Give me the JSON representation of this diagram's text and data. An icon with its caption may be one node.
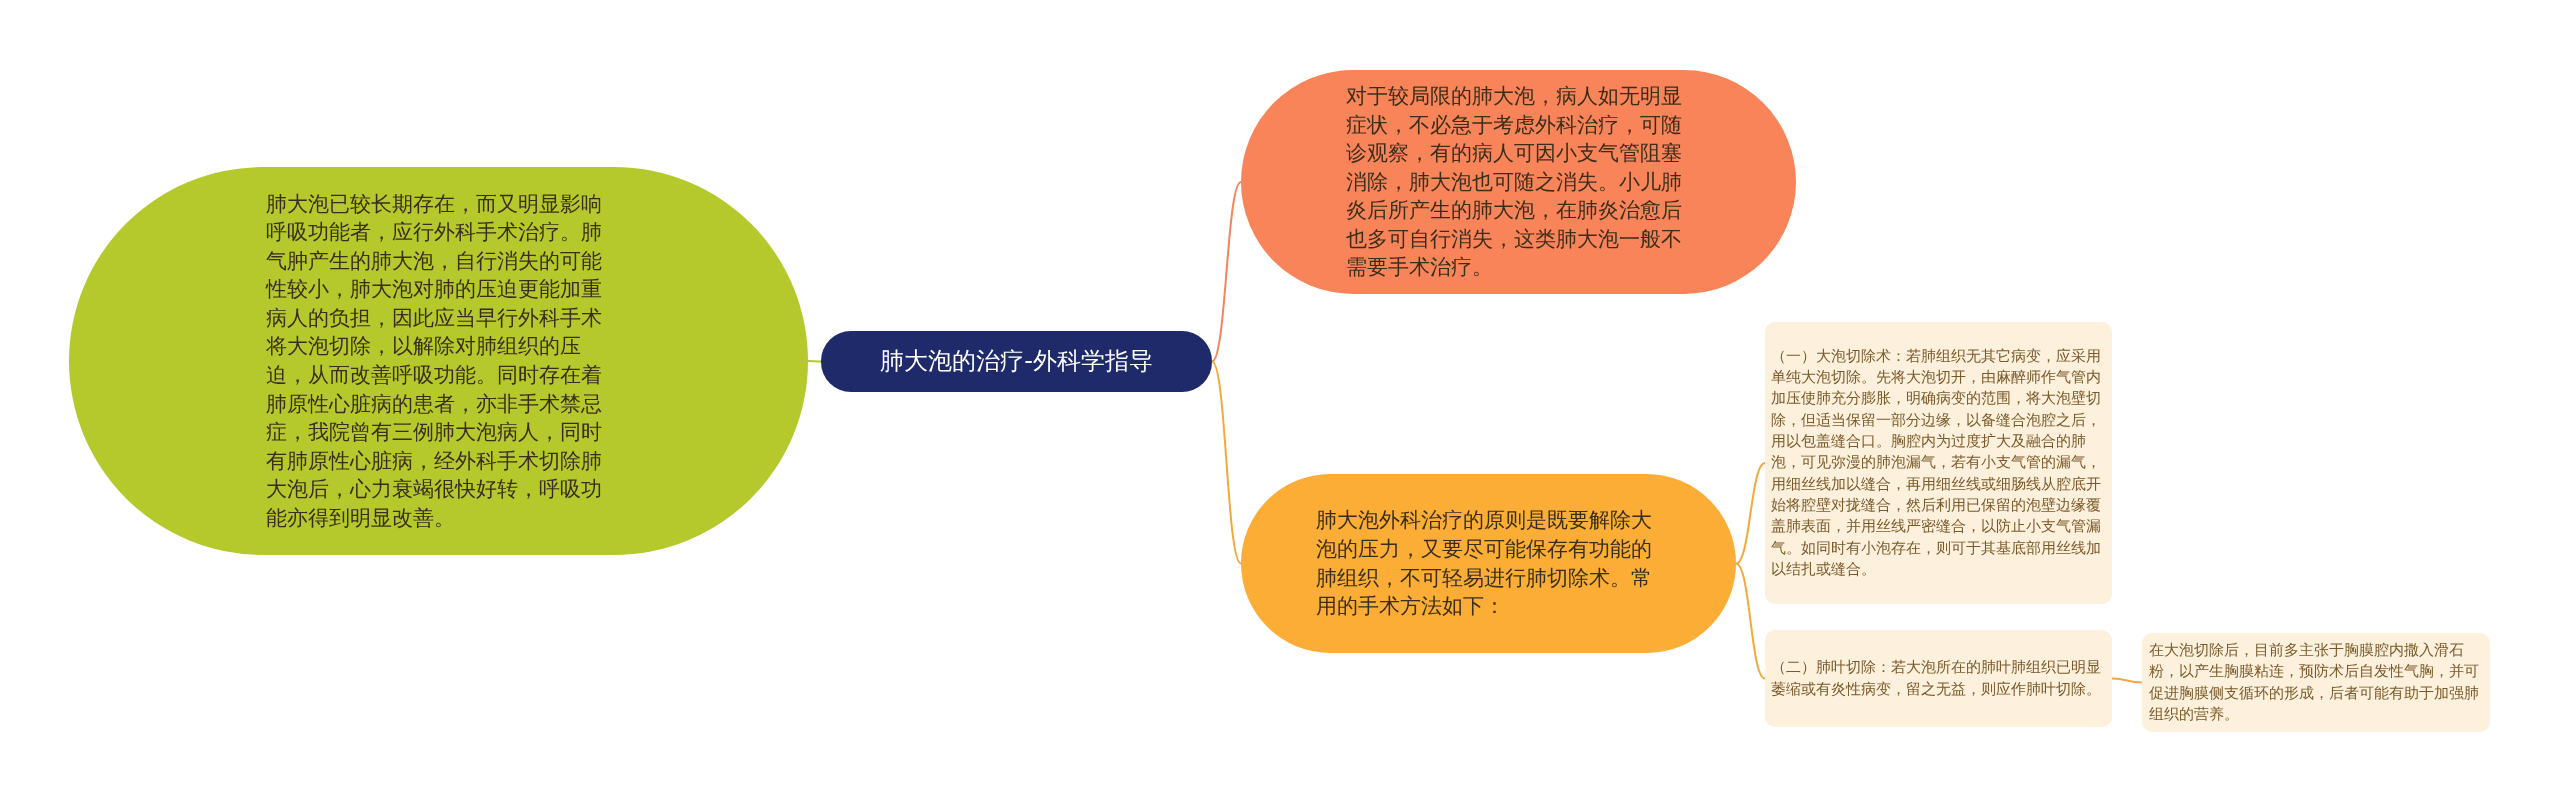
{
  "diagram": {
    "nodes": [
      {
        "text": [
          "肺大泡的治疗-外科学指导"
        ]
      },
      {
        "text": [
          "肺大泡已较长期存在，而又明显影响呼吸功能者，应行外科手术治疗。肺气肿产生的肺大泡，自行消失的可能性较小，肺大泡对肺的压迫更能加重病人的负担，因此应当早行外科手术将大泡切除，以解除对肺组织的压迫，从而改善呼吸功能。同时存在着肺原性心脏病的患者，亦非手术禁忌症，我院曾有三例肺大泡病人，同时有肺原性心脏病，经外科手术切除肺大泡后，心力衰竭很快好转，呼吸功能亦得到明显改善。"
        ]
      },
      {
        "text": [
          "对于较局限的肺大泡，病人如无明显症状，不必急于考虑外科治疗，可随诊观察，有的病人可因小支气管阻塞消除，肺大泡也可随之消失。小儿肺炎后所产生的肺大泡，在肺炎治愈后也多可自行消失，这类肺大泡一般不需要手术治疗。"
        ]
      },
      {
        "text": [
          "肺大泡外科治疗的原则是既要解除大泡的压力，又要尽可能保存有功能的肺组织，不可轻易进行肺切除术。常用的手术方法如下："
        ]
      },
      {
        "text": [
          "（一）大泡切除术：若肺组织无其它病变，应采用单纯大泡切除。先将大泡切开，由麻醉师作气管内加压使肺充分膨胀，明确病变的范围，将大泡壁切除，但适当保留一部分边缘，以备缝合泡腔之后，用以包盖缝合口。胸腔内为过度扩大及融合的肺泡，可见弥漫的肺泡漏气，若有小支气管的漏气，用细丝线加以缝合，再用细丝线或细肠线从腔底开始将腔壁对拢缝合，然后利用已保留的泡壁边缘覆盖肺表面，并用丝线严密缝合，以防止小支气管漏气。如同时有小泡存在，则可于其基底部用丝线加以结扎或缝合。"
        ]
      },
      {
        "text": [
          "（二）肺叶切除：若大泡所在的肺叶肺组织已明显萎缩或有炎性病变，留之无益，则应作肺叶切除。"
        ]
      },
      {
        "text": [
          "在大泡切除后，目前多主张于胸膜腔内撒入滑石粉，以产生胸膜粘连，预防术后自发性气胸，并可促进胸膜侧支循环的形成，后者可能有助于加强肺组织的营养。"
        ]
      }
    ],
    "edges": [
      {
        "from": 0,
        "to": 1,
        "arrow": "none",
        "color": "#b5c92c"
      },
      {
        "from": 0,
        "to": 2,
        "arrow": "none",
        "color": "#f5845a"
      },
      {
        "from": 0,
        "to": 3,
        "arrow": "none"
      },
      {
        "from": 3,
        "to": 4,
        "arrow": "none"
      },
      {
        "from": 3,
        "to": 5,
        "arrow": "none"
      },
      {
        "from": 5,
        "to": 6,
        "arrow": "none"
      }
    ]
  }
}
